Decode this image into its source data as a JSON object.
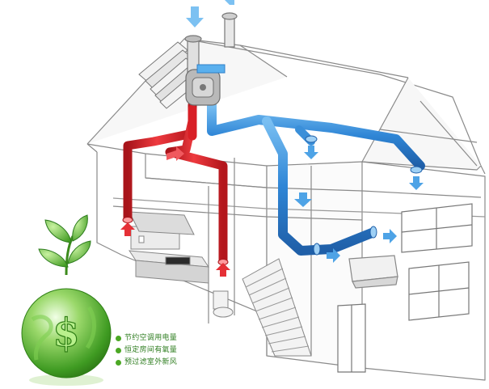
{
  "captions": [
    {
      "text": "节约空调用电量"
    },
    {
      "text": "恒定房间有氧量"
    },
    {
      "text": "预过滤室外新风"
    }
  ],
  "colors": {
    "supply_duct": "#d81f26",
    "exhaust_duct": "#3a8fd9",
    "house_line": "#888888",
    "caption_green": "#2e7d1f",
    "globe_green": "#5cb82e"
  },
  "icons": {
    "globe": "dollar-globe-icon",
    "sprout": "sprout-icon",
    "unit": "ventilation-unit-icon"
  }
}
